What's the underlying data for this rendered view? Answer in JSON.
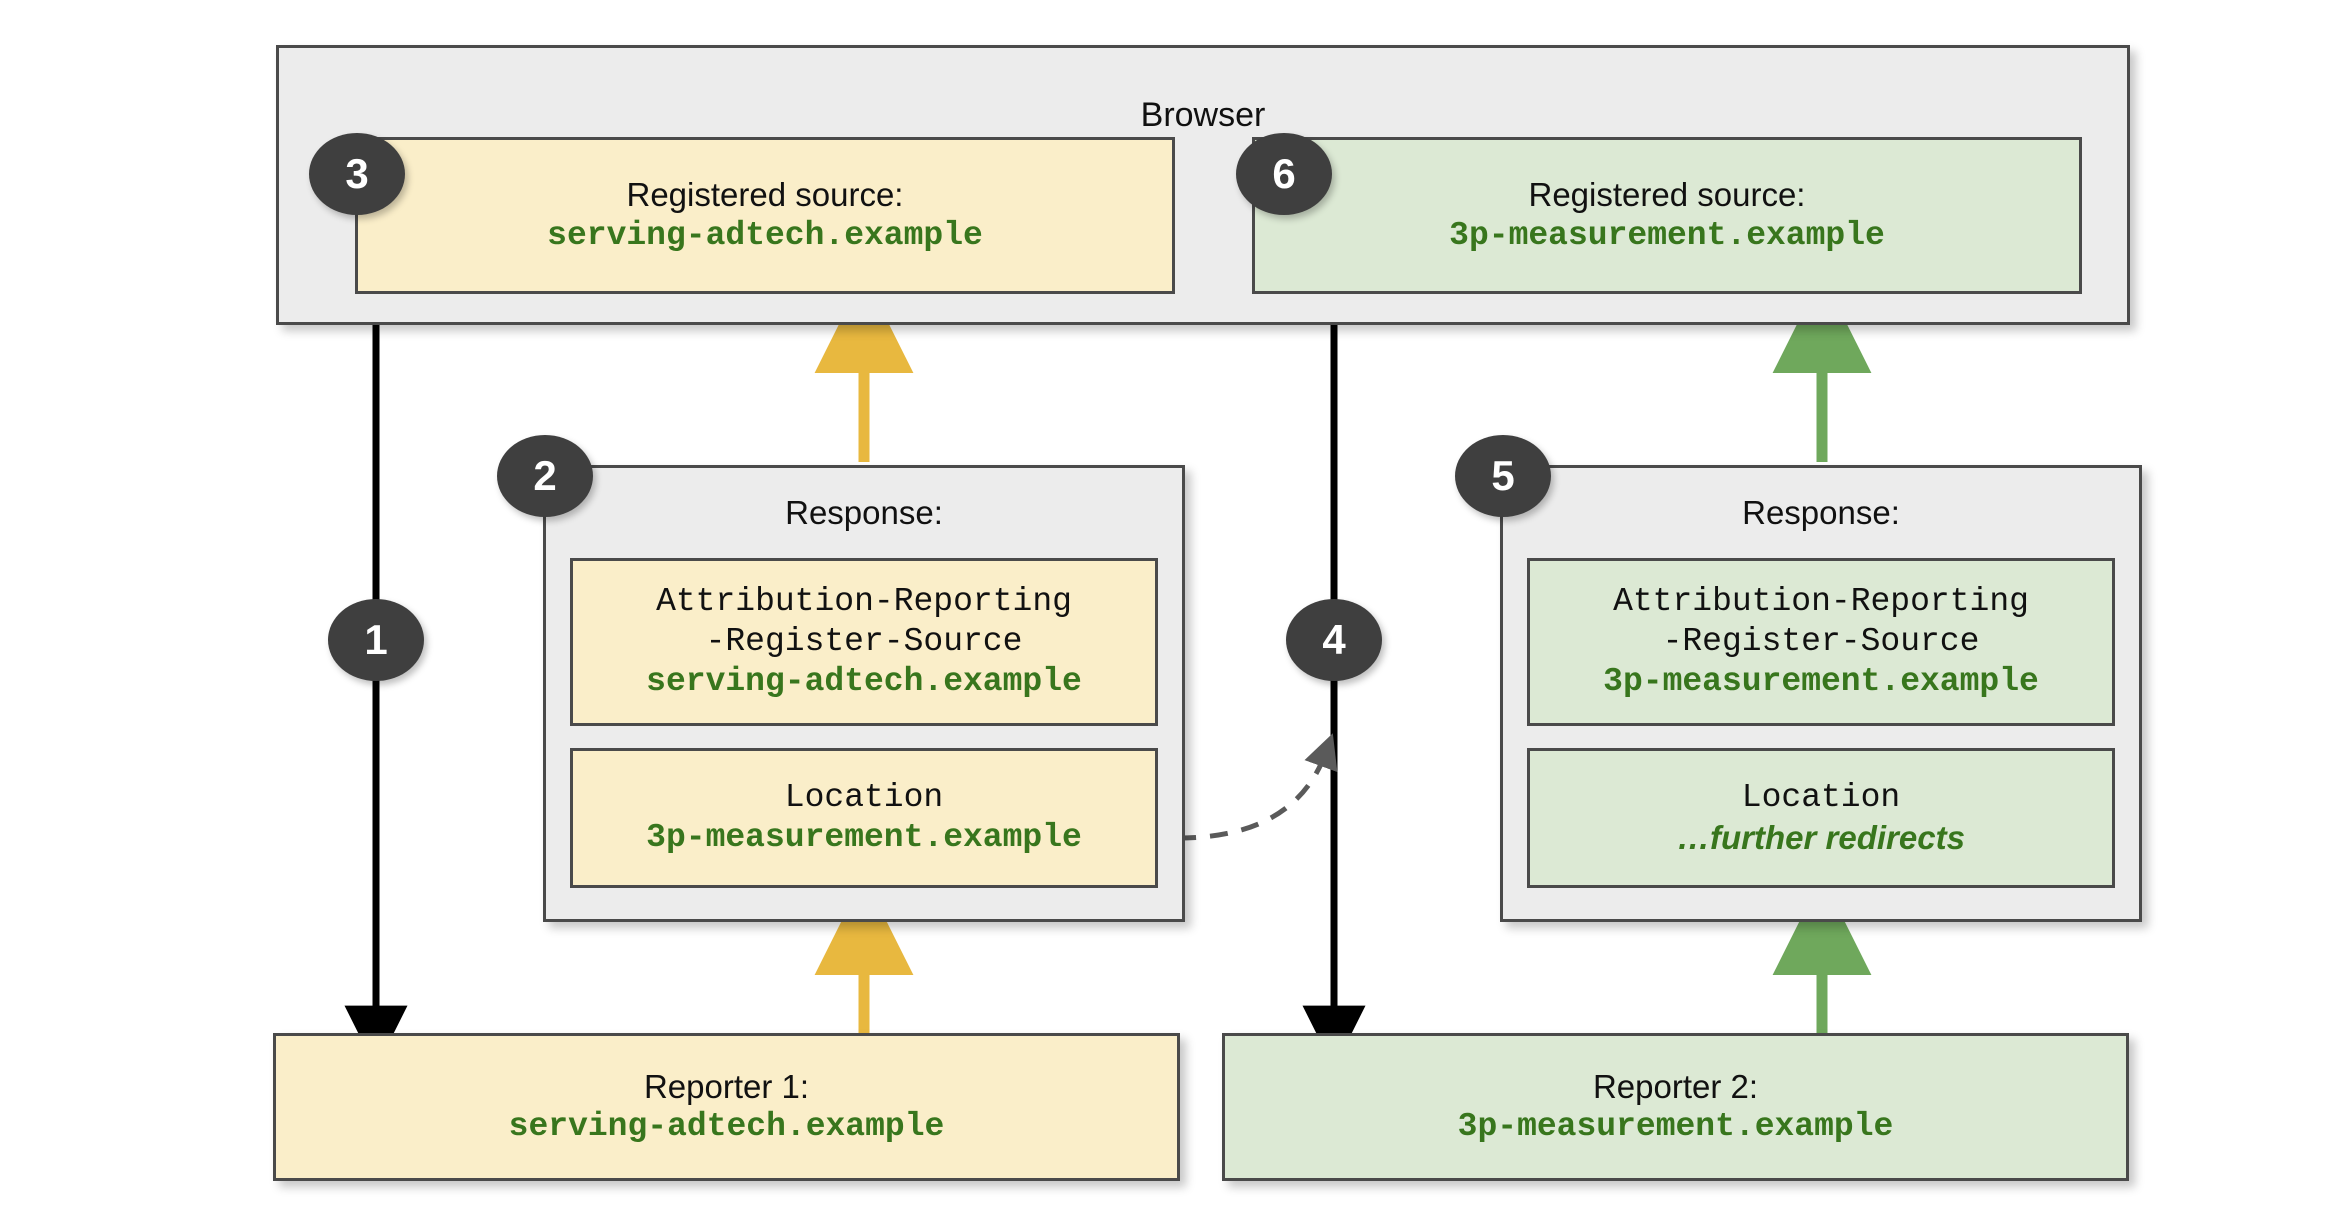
{
  "diagram": {
    "title": "Attribution Reporting redirect chain",
    "colors": {
      "yellow_fill": "#faeec9",
      "green_fill": "#dce9d4",
      "gray_fill": "#ececec",
      "border": "#4a4a4a",
      "badge": "#3f3f3f",
      "mono_text": "#38761d",
      "arrow_black": "#000000",
      "arrow_amber": "#e8b83f",
      "arrow_green": "#6fa85c",
      "arrow_dashed": "#5a5a5a"
    }
  },
  "browser": {
    "label": "Browser",
    "registered_sources": [
      {
        "step": "3",
        "heading": "Registered source:",
        "value": "serving-adtech.example",
        "theme": "yellow"
      },
      {
        "step": "6",
        "heading": "Registered source:",
        "value": "3p-measurement.example",
        "theme": "green"
      }
    ]
  },
  "responses": [
    {
      "step": "2",
      "heading": "Response:",
      "theme": "yellow",
      "headers": [
        {
          "name_line1": "Attribution-Reporting",
          "name_line2": "-Register-Source",
          "value": "serving-adtech.example",
          "value_style": "mono"
        },
        {
          "name_line1": "Location",
          "name_line2": "",
          "value": "3p-measurement.example",
          "value_style": "mono"
        }
      ]
    },
    {
      "step": "5",
      "heading": "Response:",
      "theme": "green",
      "headers": [
        {
          "name_line1": "Attribution-Reporting",
          "name_line2": "-Register-Source",
          "value": "3p-measurement.example",
          "value_style": "mono"
        },
        {
          "name_line1": "Location",
          "name_line2": "",
          "value": "…further redirects",
          "value_style": "italic"
        }
      ]
    }
  ],
  "reporters": [
    {
      "heading": "Reporter 1:",
      "value": "serving-adtech.example",
      "theme": "yellow"
    },
    {
      "heading": "Reporter 2:",
      "value": "3p-measurement.example",
      "theme": "green"
    }
  ],
  "steps": {
    "one": "1",
    "two": "2",
    "three": "3",
    "four": "4",
    "five": "5",
    "six": "6"
  }
}
